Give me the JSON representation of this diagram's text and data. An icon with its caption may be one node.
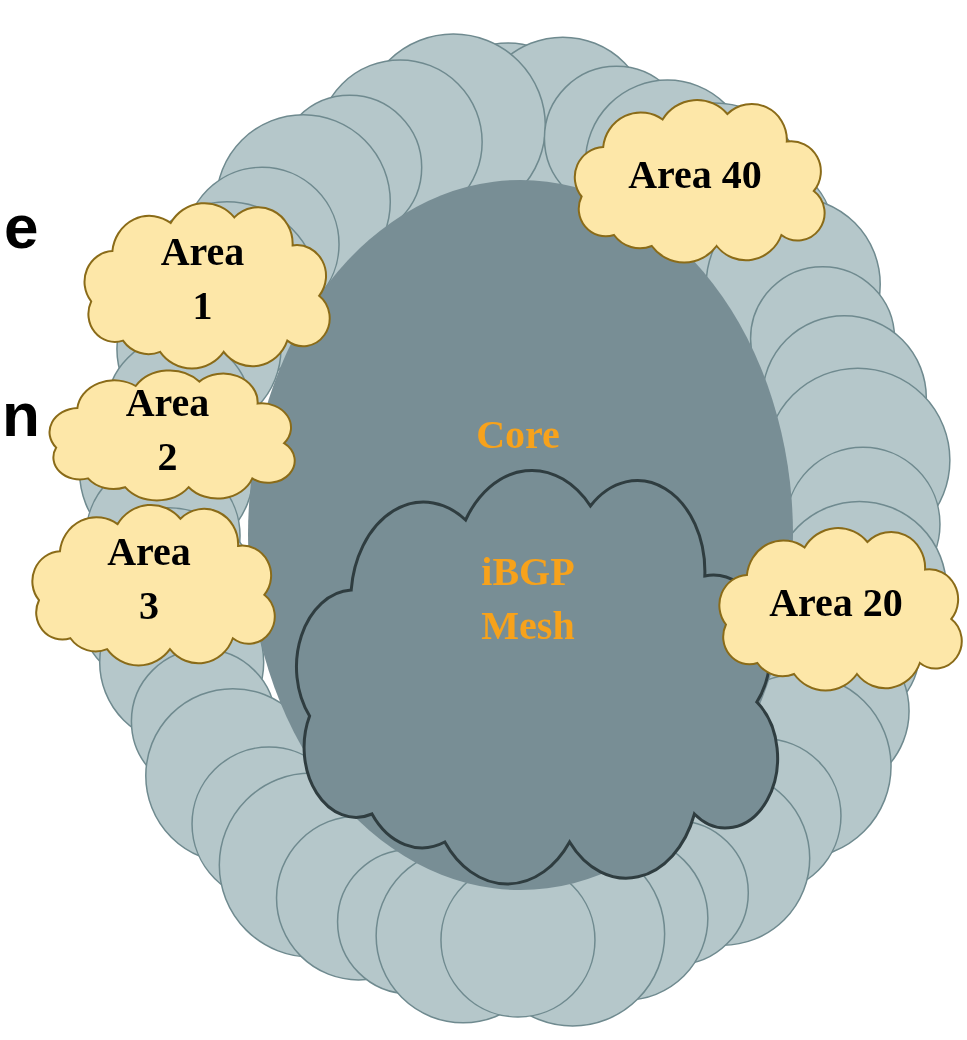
{
  "diagram": {
    "nodes": [
      {
        "text": [
          "Core"
        ]
      },
      {
        "text": [
          "iBGP Mesh"
        ],
        "in": 0
      },
      {
        "text": [
          "Area 40"
        ]
      },
      {
        "text": [
          "Area 1"
        ]
      },
      {
        "text": [
          "Area 2"
        ]
      },
      {
        "text": [
          "Area 3"
        ]
      },
      {
        "text": [
          "Area 20"
        ]
      }
    ],
    "labels": [
      "e",
      "n"
    ]
  }
}
